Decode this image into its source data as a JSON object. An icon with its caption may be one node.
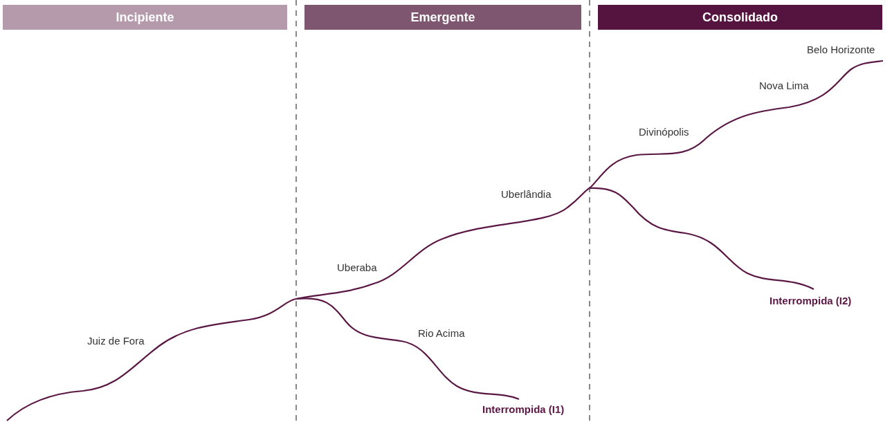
{
  "diagram": {
    "nodes": [
      {
        "text": [
          "Incipiente"
        ]
      },
      {
        "text": [
          "Emergente"
        ]
      },
      {
        "text": [
          "Consolidado"
        ]
      }
    ],
    "labels": [
      "Belo Horizonte",
      "Nova Lima",
      "Divinópolis",
      "Uberlândia",
      "Uberaba",
      "Juiz de Fora",
      "Rio Acima",
      "Interrompida (I2)",
      "Interrompida (I1)"
    ]
  }
}
